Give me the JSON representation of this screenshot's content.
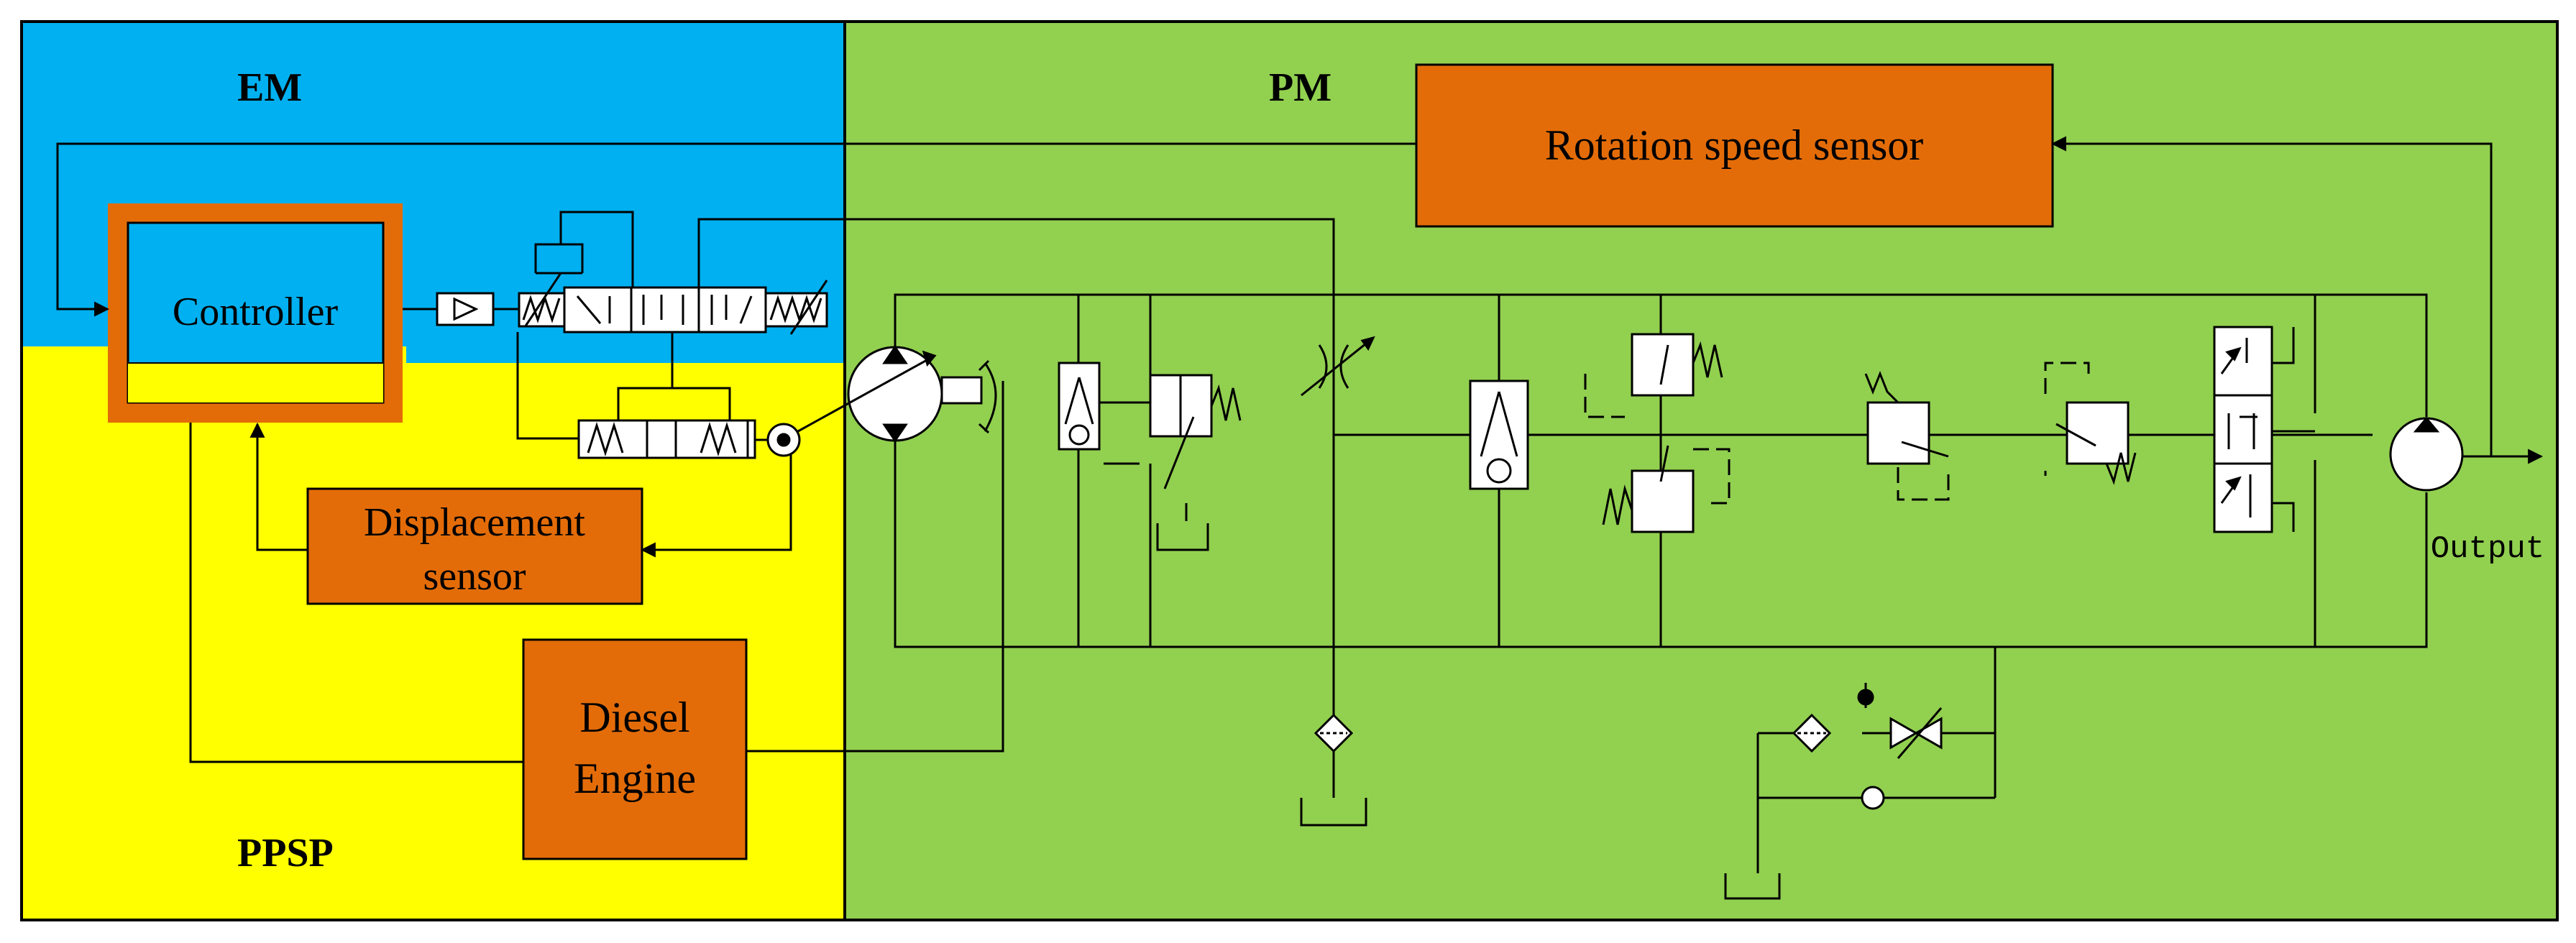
{
  "regions": {
    "em": {
      "label": "EM",
      "color": "#00b0f0"
    },
    "ppsp": {
      "label": "PPSP",
      "color": "#ffff00"
    },
    "pm": {
      "label": "PM",
      "color": "#92d050"
    }
  },
  "boxes": {
    "controller": {
      "label": "Controller",
      "border_color": "#e36c09"
    },
    "displacement_sensor": {
      "line1": "Displacement",
      "line2": "sensor",
      "fill": "#e36c09"
    },
    "diesel_engine": {
      "line1": "Diesel",
      "line2": "Engine",
      "fill": "#e36c09"
    },
    "rotation_speed_sensor": {
      "label": "Rotation speed sensor",
      "fill": "#e36c09"
    }
  },
  "output": {
    "label": "Output"
  },
  "icons": [
    "hydraulic-pump-icon",
    "servo-valve-icon",
    "servo-cylinder-icon",
    "check-valve-icon",
    "relief-valve-icon",
    "throttle-valve-icon",
    "filter-icon",
    "hydraulic-motor-icon",
    "tank-icon",
    "amplifier-icon",
    "gauge-icon"
  ],
  "line_color": "#000000"
}
